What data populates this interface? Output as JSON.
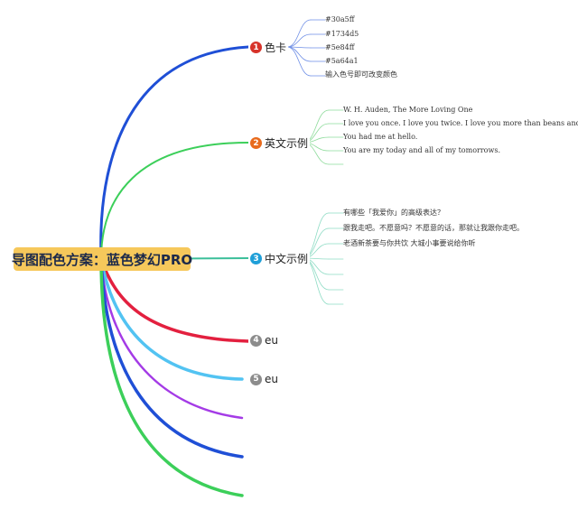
{
  "root": {
    "label": "导图配色方案：蓝色梦幻PRO"
  },
  "branches": [
    {
      "num": "1",
      "label": "色卡",
      "badge_color": "#d7332a",
      "leaves": [
        "#30a5ff",
        "#1734d5",
        "#5e84ff",
        "#5a64a1",
        "输入色号即可改变颜色"
      ]
    },
    {
      "num": "2",
      "label": "英文示例",
      "badge_color": "#e86a1c",
      "leaves": [
        "W. H. Auden, The More Loving One",
        "I love you once. I love you twice. I love you more than beans and rice.",
        "You had me at hello.",
        "You are my today and all of my tomorrows."
      ]
    },
    {
      "num": "3",
      "label": "中文示例",
      "badge_color": "#1f9fd8",
      "leaves": [
        "有哪些「我爱你」的高级表达？",
        "跟我走吧。不愿意吗？不愿意的话，那就让我跟你走吧。",
        "老酒新茶要与你共饮 大城小事要说给你听"
      ]
    },
    {
      "num": "4",
      "label": "eu",
      "badge_color": "#8c8c8c",
      "leaves": []
    },
    {
      "num": "5",
      "label": "eu",
      "badge_color": "#8c8c8c",
      "leaves": []
    }
  ],
  "colors": {
    "blue_branch": "#1f4fd6",
    "green_branch": "#3ccf5a",
    "teal_branch": "#3cbf9a",
    "red_branch": "#e3203f",
    "lightblue_branch": "#52c3f2",
    "purple_branch": "#a43be6",
    "root_bg": "#f6c85b"
  }
}
